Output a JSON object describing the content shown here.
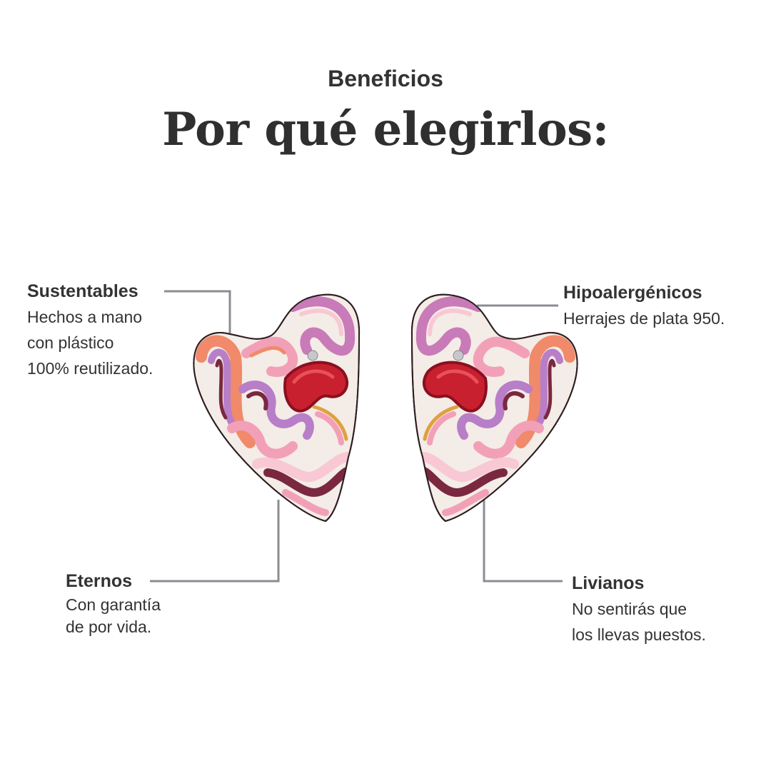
{
  "header": {
    "eyebrow": "Beneficios",
    "title": "Por qué elegirlos:"
  },
  "benefits": {
    "sustentables": {
      "title": "Sustentables",
      "lines": [
        "Hechos a mano",
        "con plástico",
        "100% reutilizado."
      ]
    },
    "hipoalergenicos": {
      "title": "Hipoalergénicos",
      "lines": [
        "Herrajes de plata 950."
      ]
    },
    "eternos": {
      "title": "Eternos",
      "lines": [
        "Con garantía",
        "de por vida."
      ]
    },
    "livianos": {
      "title": "Livianos",
      "lines": [
        "No sentirás que",
        "los llevas puestos."
      ]
    }
  },
  "colors": {
    "text": "#333333",
    "connector": "#8a8d92",
    "red": "#c8202f",
    "pink": "#f2a0b8",
    "light_pink": "#f8c8d4",
    "coral": "#f08a6a",
    "lavender": "#b87ec8",
    "wine": "#7a2840",
    "cream": "#f4ece6"
  },
  "icons": [
    "heart-earring-left",
    "heart-earring-right",
    "silver-post"
  ]
}
